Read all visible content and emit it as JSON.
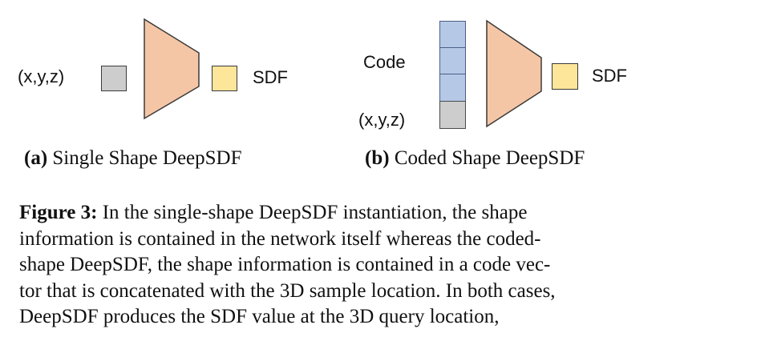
{
  "panel_a": {
    "input_label": "(x,y,z)",
    "output_label": "SDF",
    "caption_letter": "(a)",
    "caption_text": "Single Shape DeepSDF"
  },
  "panel_b": {
    "code_label": "Code",
    "input_label": "(x,y,z)",
    "output_label": "SDF",
    "caption_letter": "(b)",
    "caption_text": "Coded Shape DeepSDF"
  },
  "figure_caption": {
    "label": "Figure 3:",
    "lines": [
      "In the single-shape DeepSDF instantiation, the shape",
      "information is contained in the network itself whereas the coded-",
      "shape DeepSDF, the shape information is contained in a code vec-",
      "tor that is concatenated with the 3D sample location. In both cases,",
      "DeepSDF produces the SDF value at the 3D query location,"
    ]
  },
  "colors": {
    "network": "#f5c6a6",
    "input_cell": "#cdcdcd",
    "output_cell": "#fde59a",
    "code_cell": "#b5c8e6"
  }
}
